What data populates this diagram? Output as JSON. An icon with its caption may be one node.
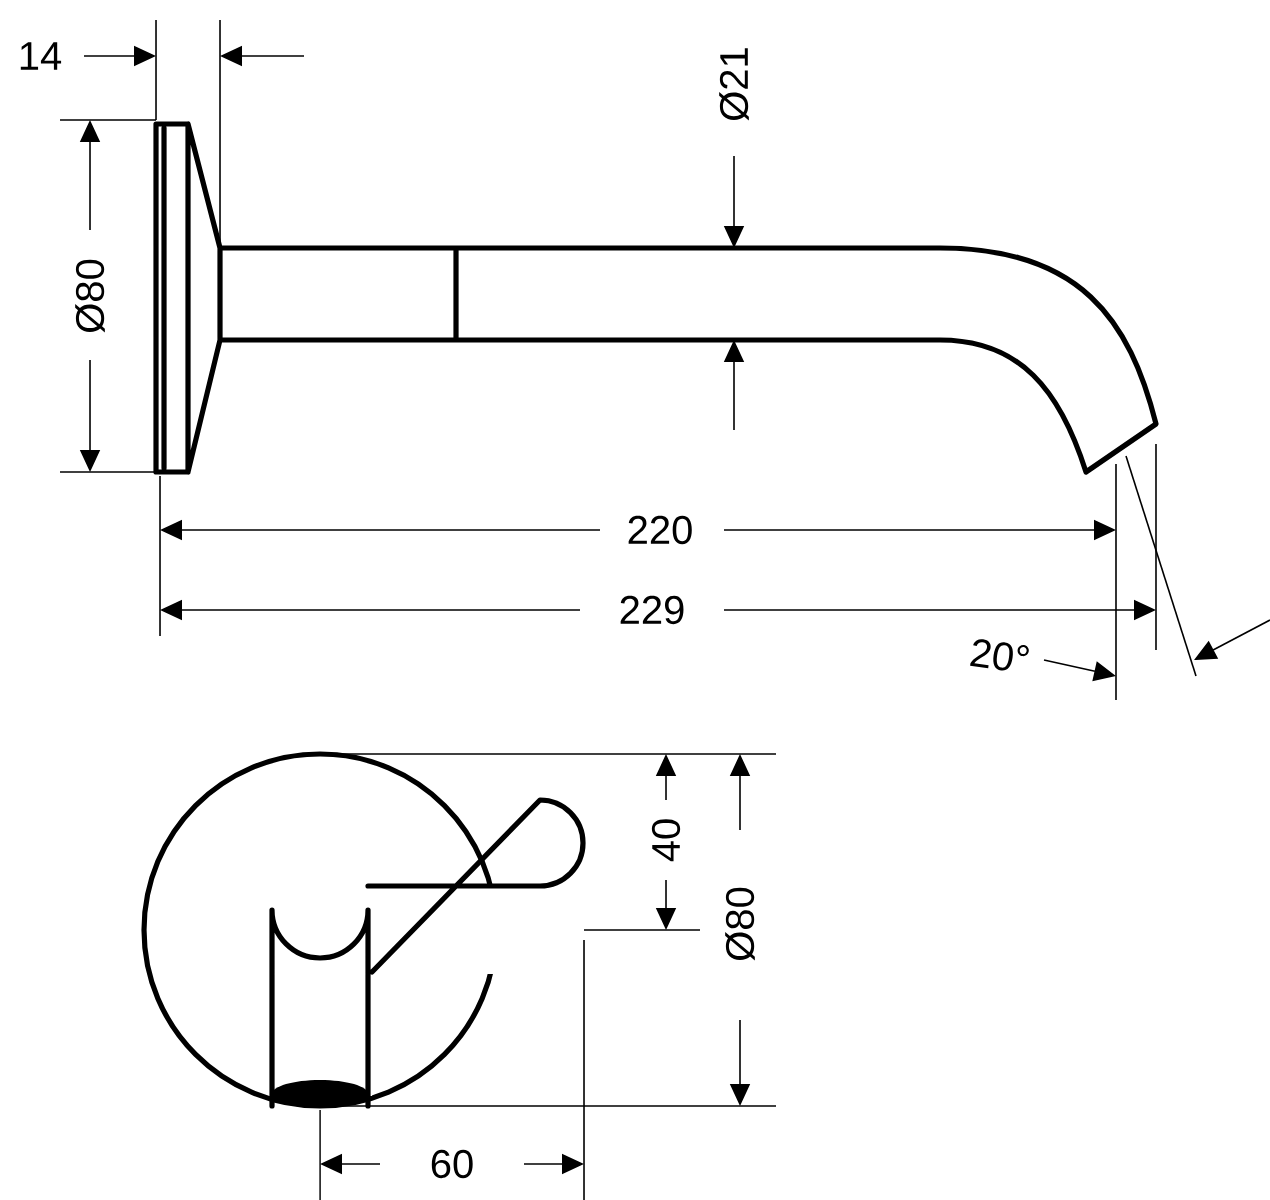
{
  "diagram": {
    "labels": [
      "14",
      "Ø21",
      "Ø80",
      "220",
      "229",
      "20°",
      "40",
      "Ø80",
      "60"
    ]
  }
}
